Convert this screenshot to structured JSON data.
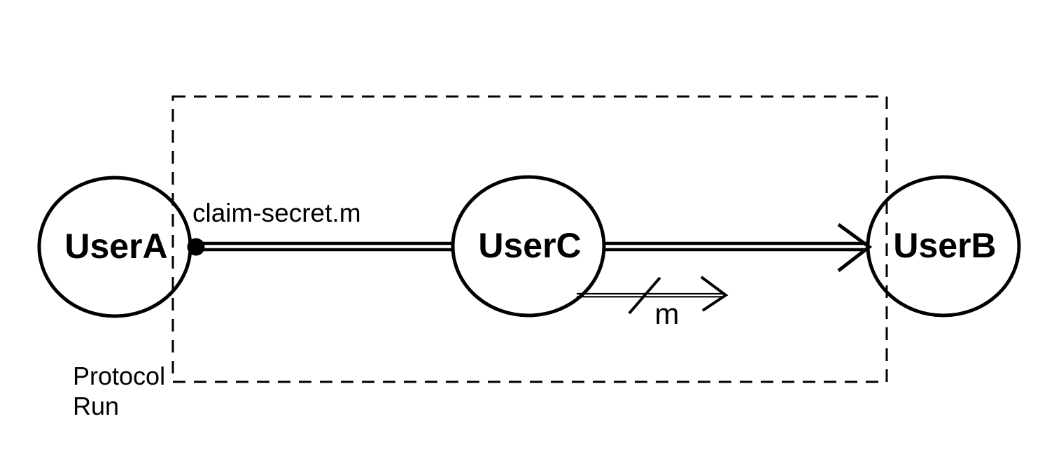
{
  "colors": {
    "background": "#ffffff",
    "ink": "#000000"
  },
  "diagram": {
    "type": "protocol-run-diagram",
    "nodes": [
      {
        "id": "user-a",
        "label": "UserA"
      },
      {
        "id": "user-c",
        "label": "UserC"
      },
      {
        "id": "user-b",
        "label": "UserB"
      }
    ],
    "signal": {
      "label": "claim-secret.m",
      "from": "UserA",
      "through": "UserC",
      "to": "UserB",
      "style": "double-line, filled dot origin, open arrowhead"
    },
    "message": {
      "label": "m",
      "from": "UserC",
      "style": "thin double-line, slash tick, open arrowhead"
    },
    "boundary": {
      "label_line1": "Protocol",
      "label_line2": "Run",
      "style": "dashed rectangle"
    }
  }
}
